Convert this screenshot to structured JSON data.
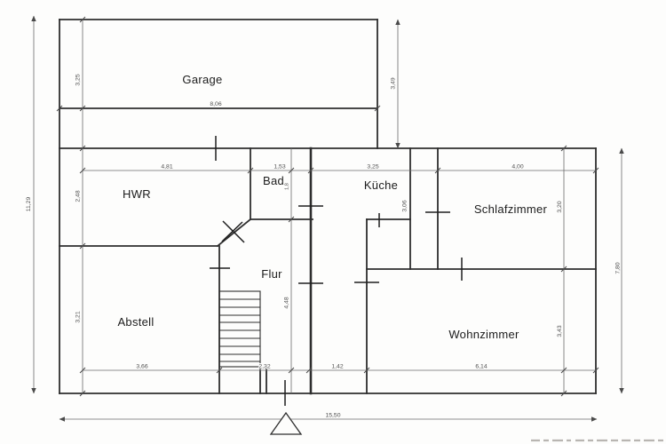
{
  "plan": {
    "rooms": {
      "garage": "Garage",
      "hwr": "HWR",
      "bad": "Bad",
      "kueche": "Küche",
      "schlafzimmer": "Schlafzimmer",
      "flur": "Flur",
      "abstell": "Abstell",
      "wohnzimmer": "Wohnzimmer"
    },
    "dims": {
      "overall_height_left": "11,29",
      "overall_width_bottom": "15,50",
      "overall_height_right": "7,80",
      "garage_width": "8,06",
      "garage_height": "3,25",
      "garage_side_right": "3,49",
      "hwr_width": "4,81",
      "bad_width": "1,53",
      "kueche_width": "3,25",
      "schlafzimmer_width": "4,00",
      "hwr_height": "2,48",
      "bad_height": "1,8",
      "kueche_height": "3,06",
      "schlafzimmer_height": "3,20",
      "abstell_height": "3,21",
      "flur_height": "4,48",
      "wohnzimmer_height": "3,43",
      "abstell_width": "3,66",
      "stairs_width": "2,32",
      "corridor_width": "1,42",
      "wohnzimmer_width": "6,14"
    },
    "colors": {
      "wall": "#2e2e2e",
      "dimension": "#6b6b6b",
      "paper": "#fdfdfc"
    }
  }
}
